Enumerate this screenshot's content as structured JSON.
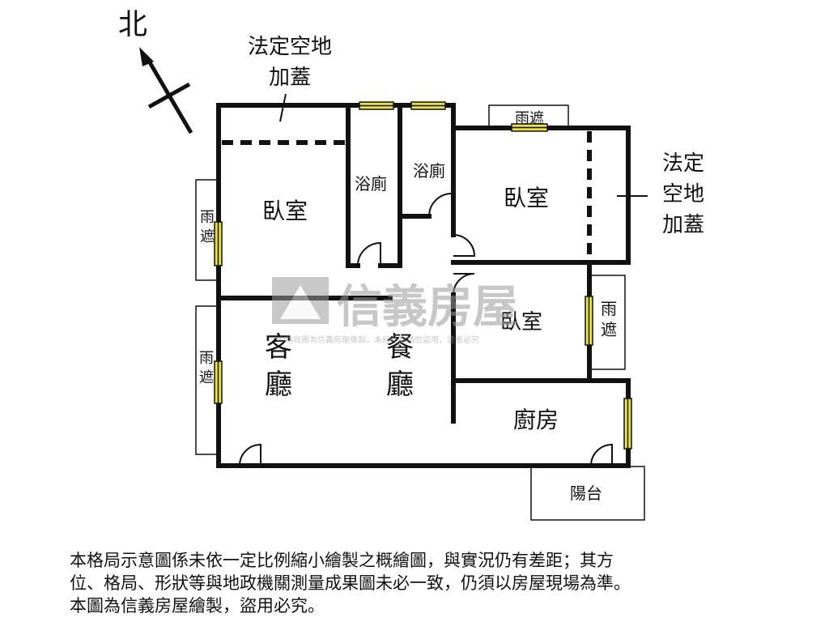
{
  "compass": {
    "north_label": "北"
  },
  "annotations": {
    "legal_open_space_top": [
      "法定空地",
      "加蓋"
    ],
    "legal_open_space_right": [
      "法定",
      "空地",
      "加蓋"
    ]
  },
  "rooms": {
    "bedroom_nw": "臥室",
    "bath_1": "浴廁",
    "bath_2": "浴廁",
    "bedroom_ne": "臥室",
    "bedroom_mid": "臥室",
    "living": [
      "客",
      "廳"
    ],
    "dining": [
      "餐",
      "廳"
    ],
    "kitchen": "廚房",
    "balcony": "陽台",
    "canopy_top": "雨遮",
    "canopy_left_upper": [
      "雨",
      "遮"
    ],
    "canopy_left_lower": [
      "雨",
      "遮"
    ],
    "canopy_right": [
      "雨",
      "遮"
    ]
  },
  "watermark": {
    "brand": "信義房屋",
    "notice": "本格局圖為信義房屋繪製，未經允許請勿盜用，違者必究"
  },
  "disclaimer": {
    "lines": [
      "本格局示意圖係未依一定比例縮小繪製之概繪圖，與實況仍有差距；其方",
      "位、格局、形狀等與地政機關測量成果圖未必一致，仍須以房屋現場為準。",
      "本圖為信義房屋繪製，盜用必究。"
    ]
  },
  "colors": {
    "wall": "#111111",
    "window": "#e8e04a",
    "watermark": "#9a9a9a"
  }
}
